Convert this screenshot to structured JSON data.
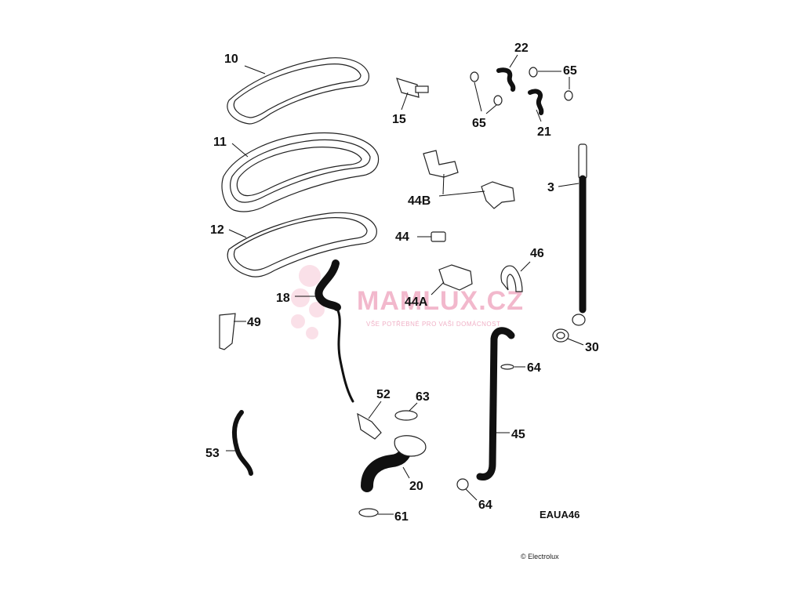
{
  "labels": {
    "l10": "10",
    "l11": "11",
    "l12": "12",
    "l15": "15",
    "l22": "22",
    "l65a": "65",
    "l65b": "65",
    "l21": "21",
    "l3": "3",
    "l44b": "44B",
    "l44": "44",
    "l46": "46",
    "l44a": "44A",
    "l18": "18",
    "l49": "49",
    "l30": "30",
    "l64a": "64",
    "l52": "52",
    "l63": "63",
    "l45": "45",
    "l53": "53",
    "l20": "20",
    "l64b": "64",
    "l61": "61"
  },
  "drawing_code": "EAUA46",
  "copyright": "© Electrolux",
  "watermark": {
    "name": "MAMLUX.CZ",
    "tagline": "VŠE POTŘEBNÉ PRO VAŠI DOMÁCNOST"
  },
  "colors": {
    "watermark": "#f2b8cc",
    "line": "#111111"
  }
}
